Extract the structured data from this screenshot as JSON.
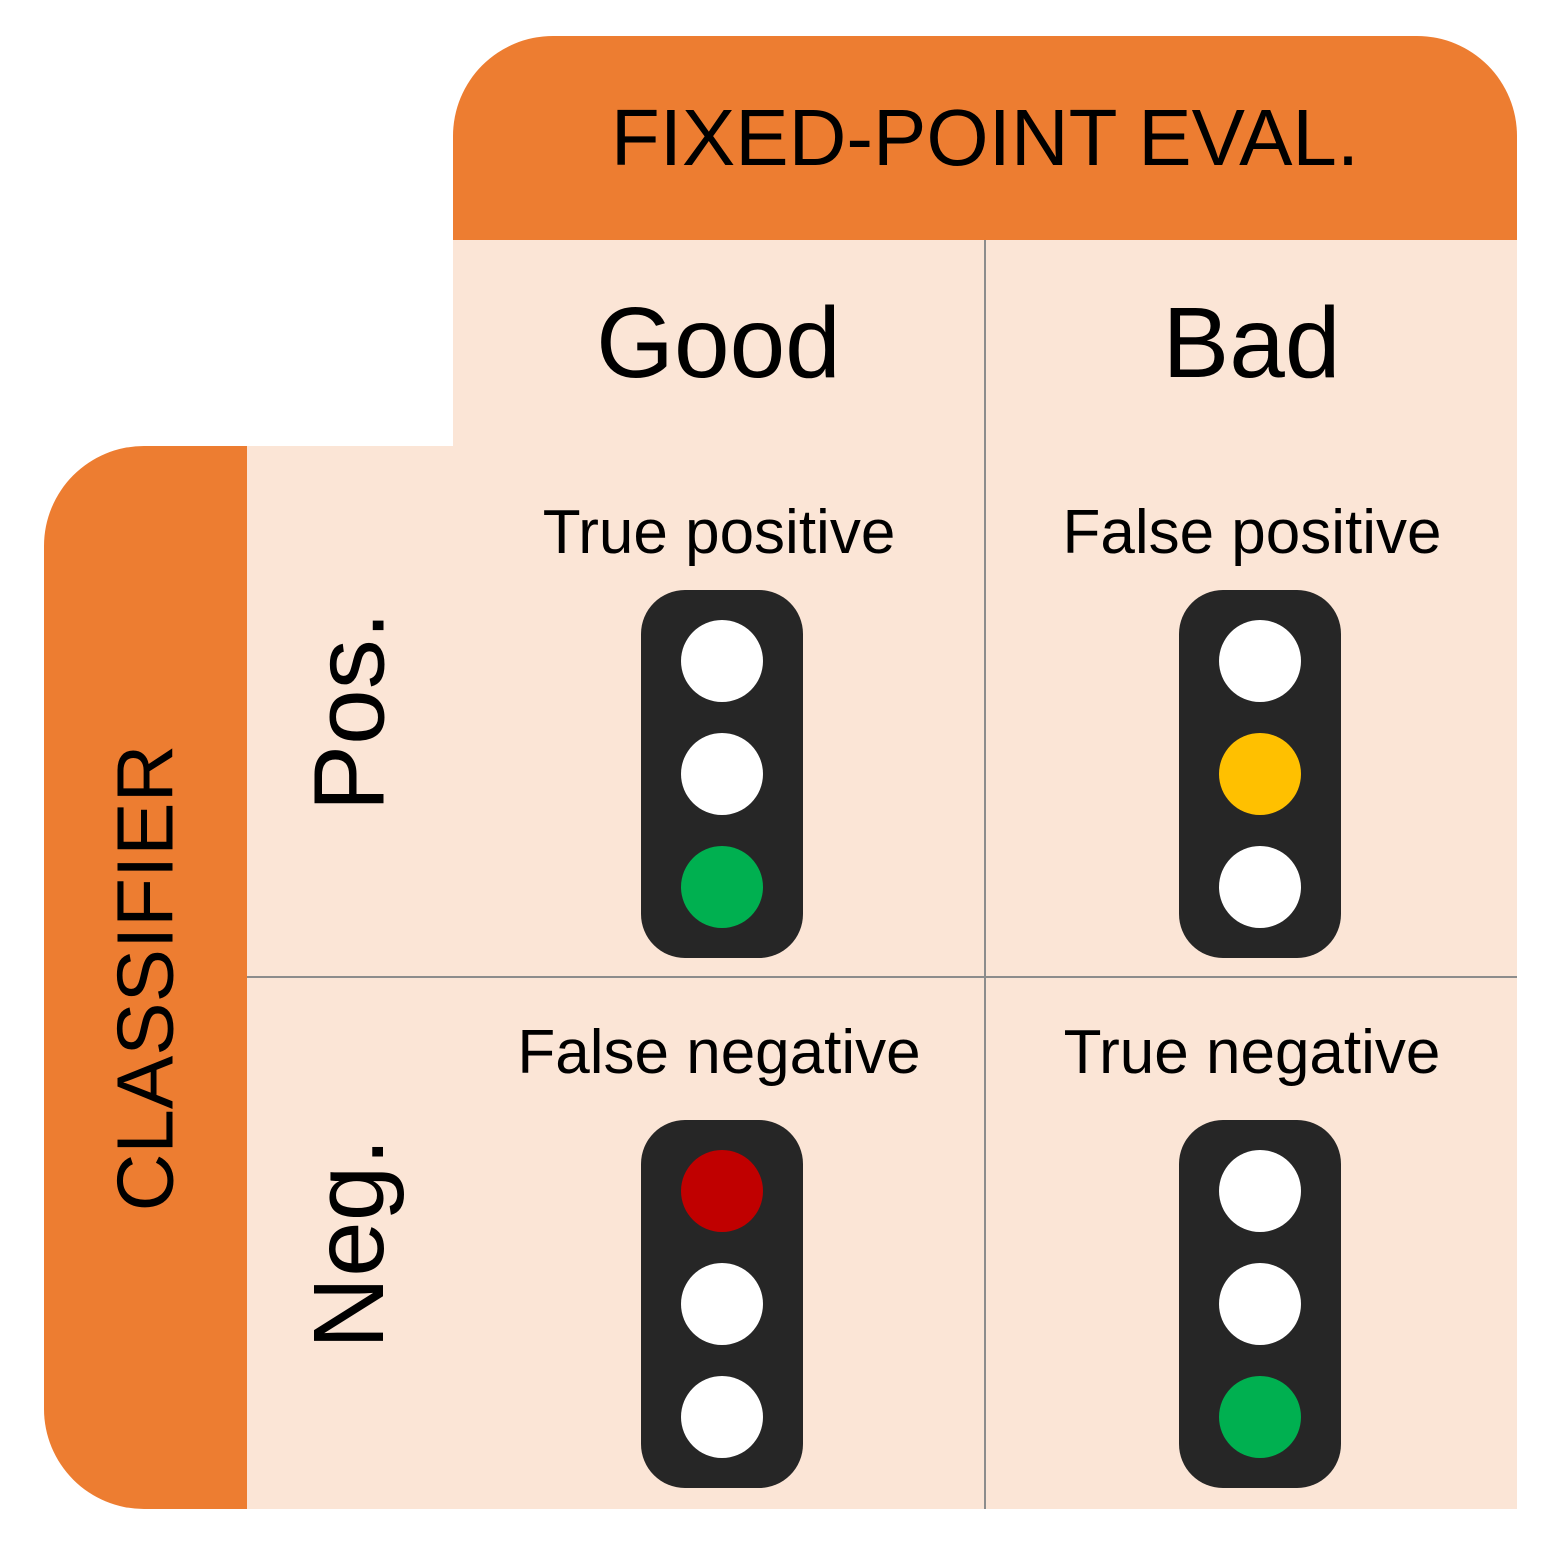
{
  "header_top": {
    "label": "FIXED-POINT EVAL."
  },
  "header_left": {
    "label": "CLASSIFIER"
  },
  "columns": [
    {
      "label": "Good"
    },
    {
      "label": "Bad"
    }
  ],
  "rows": [
    {
      "label": "Pos."
    },
    {
      "label": "Neg."
    }
  ],
  "cells": [
    {
      "caption": "True positive",
      "lamps": [
        "white",
        "white",
        "green"
      ]
    },
    {
      "caption": "False positive",
      "lamps": [
        "white",
        "amber",
        "white"
      ]
    },
    {
      "caption": "False negative",
      "lamps": [
        "red",
        "white",
        "white"
      ]
    },
    {
      "caption": "True negative",
      "lamps": [
        "white",
        "white",
        "green"
      ]
    }
  ],
  "colors": {
    "header": "#ED7D31",
    "table_bg": "#FBE5D6",
    "light_housing": "#262626",
    "lamp_white": "#FFFFFF",
    "lamp_green": "#00B050",
    "lamp_amber": "#FFC000",
    "lamp_red": "#C00000"
  }
}
